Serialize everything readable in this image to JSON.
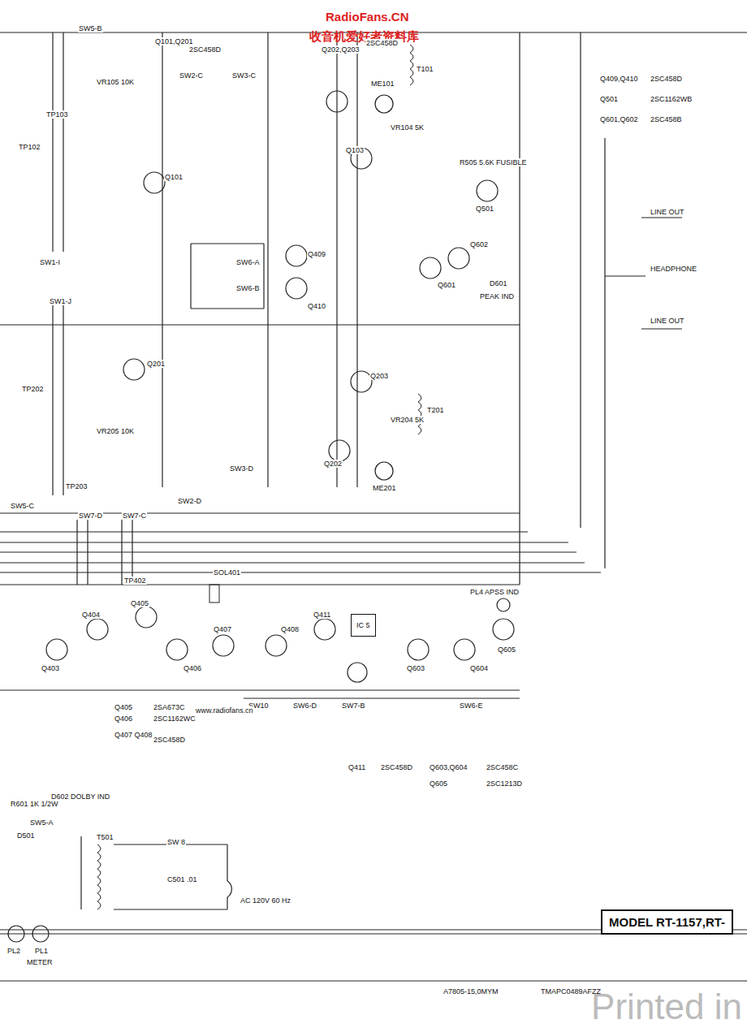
{
  "diagram": {
    "nodes": [
      {
        "text": [
          "IC 5"
        ]
      },
      {
        "text": [
          "MODEL RT-1157,RT-"
        ]
      }
    ],
    "labels": [
      "RadioFans.CN",
      "收音机爱好者资料库",
      "SW5-B",
      "Q101,Q201",
      "2SC458D",
      "Q202,Q203",
      "2SC458D",
      "Q409,Q410",
      "2SC458D",
      "Q501",
      "2SC1162WB",
      "Q601,Q602",
      "2SC458B",
      "T101",
      "ME101",
      "LINE OUT",
      "HEADPHONE",
      "LINE OUT",
      "SW2-C",
      "SW3-C",
      "SW6-A",
      "SW6-B",
      "Q409",
      "Q410",
      "Q101",
      "Q201",
      "Q103",
      "Q203",
      "Q202",
      "Q501",
      "Q601",
      "Q602",
      "ME201",
      "T201",
      "SW1-I",
      "SW1-J",
      "SW2-D",
      "SW3-D",
      "SW5-C",
      "SW7-D",
      "SW7-C",
      "TP103",
      "TP102",
      "TP202",
      "TP203",
      "VR105 10K",
      "VR205 10K",
      "VR104 5K",
      "VR204 5K",
      "R505 5.6K FUSIBLE",
      "PEAK IND",
      "D601",
      "Q403",
      "Q404",
      "Q405",
      "Q406",
      "Q407",
      "Q408",
      "Q411",
      "SOL401",
      "TP402",
      "Q603",
      "Q604",
      "Q605",
      "PL4 APSS IND",
      "SW10",
      "SW6-D",
      "SW7-B",
      "SW6-E",
      "Q405",
      "2SA673C",
      "Q406",
      "2SC1162WC",
      "Q407 Q408",
      "2SC458D",
      "Q411",
      "2SC458D",
      "Q603,Q604",
      "2SC458C",
      "Q605",
      "2SC1213D",
      "R601 1K 1/2W",
      "D602 DOLBY IND",
      "SW5-A",
      "D501",
      "T501",
      "SW 8",
      "C501 .01",
      "AC 120V 60 Hz",
      "PL2",
      "PL1",
      "METER",
      "www.radiofans.cn",
      "A7805-15,0MYM",
      "TMAPC0489AFZZ",
      "Printed in"
    ]
  }
}
